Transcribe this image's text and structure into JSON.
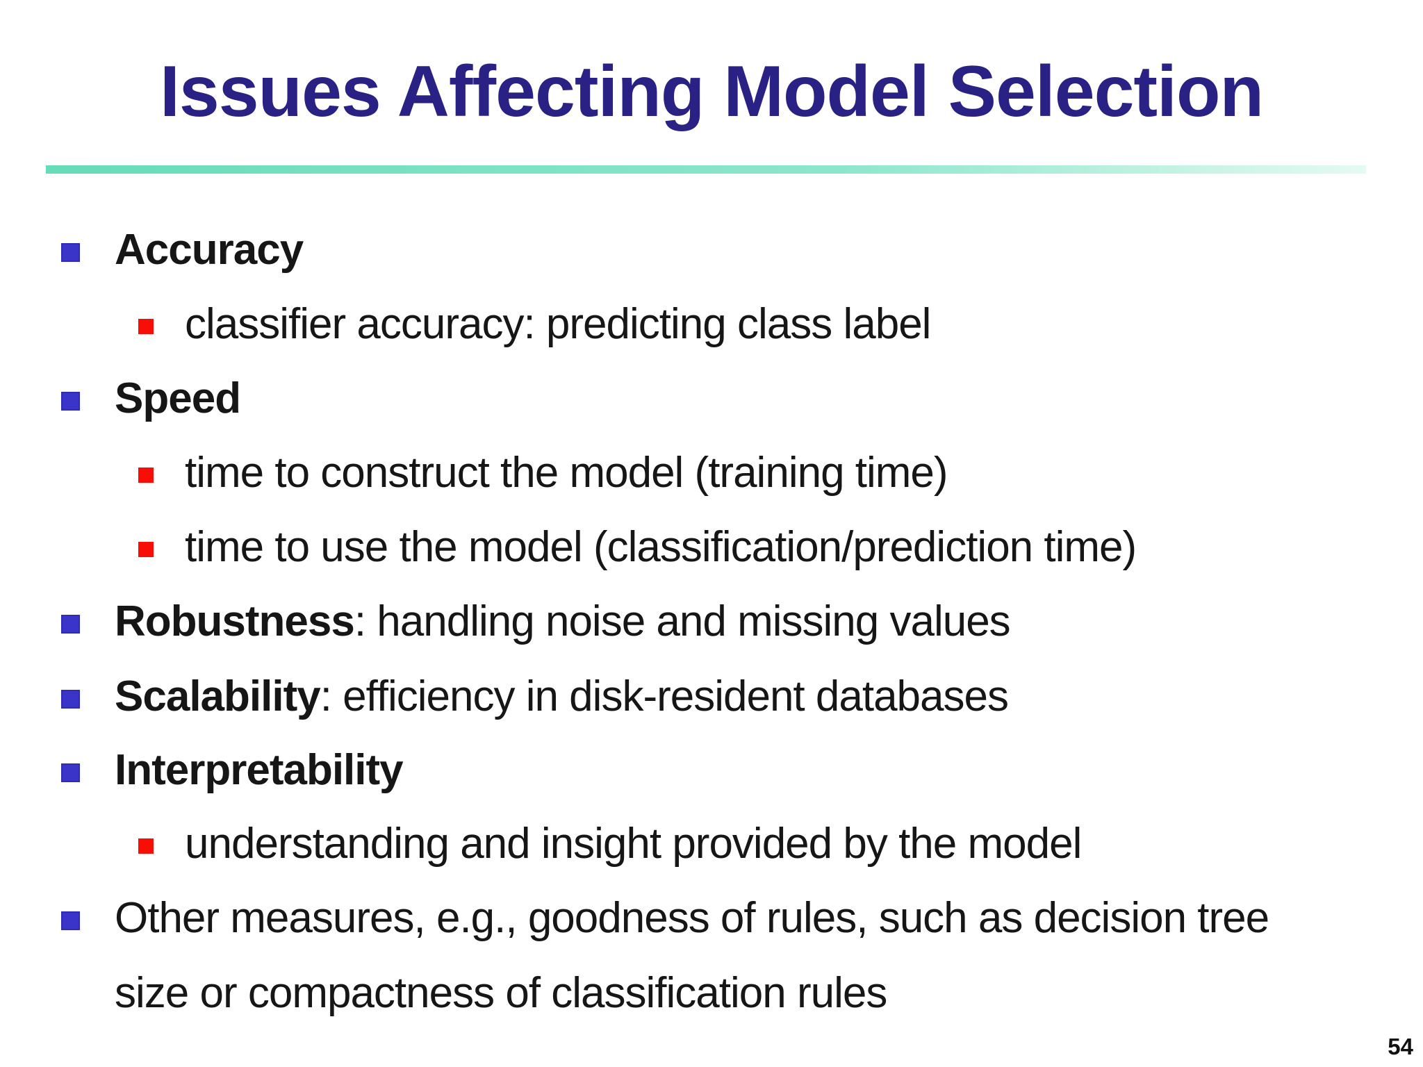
{
  "slide": {
    "title": "Issues Affecting Model Selection",
    "page_number": "54",
    "colors": {
      "title_text": "#2A2185",
      "body_text": "#161616",
      "bullet_level1": "#3A35C8",
      "bullet_level2": "#F90D07",
      "rule_gradient_start": "#66DCB9",
      "rule_gradient_end": "#E4FAF3",
      "background": "#FFFFFF"
    },
    "icons": {
      "bullet_level1": "blue-square-bullet-icon",
      "bullet_level2": "red-square-bullet-icon"
    }
  },
  "list": {
    "items": [
      {
        "level": 1,
        "bold": "Accuracy",
        "rest": ""
      },
      {
        "level": 2,
        "bold": "",
        "rest": "classifier accuracy: predicting class label"
      },
      {
        "level": 1,
        "bold": "Speed",
        "rest": ""
      },
      {
        "level": 2,
        "bold": "",
        "rest": "time to construct the model (training time)"
      },
      {
        "level": 2,
        "bold": "",
        "rest": "time to use the model (classification/prediction time)"
      },
      {
        "level": 1,
        "bold": "Robustness",
        "rest": ": handling noise and missing values"
      },
      {
        "level": 1,
        "bold": "Scalability",
        "rest": ": efficiency in disk-resident databases"
      },
      {
        "level": 1,
        "bold": "Interpretability",
        "rest": ""
      },
      {
        "level": 2,
        "bold": "",
        "rest": "understanding and insight provided by the model"
      },
      {
        "level": 1,
        "bold": "",
        "rest": "Other measures, e.g., goodness of rules, such as decision tree size or compactness of classification rules"
      }
    ]
  }
}
